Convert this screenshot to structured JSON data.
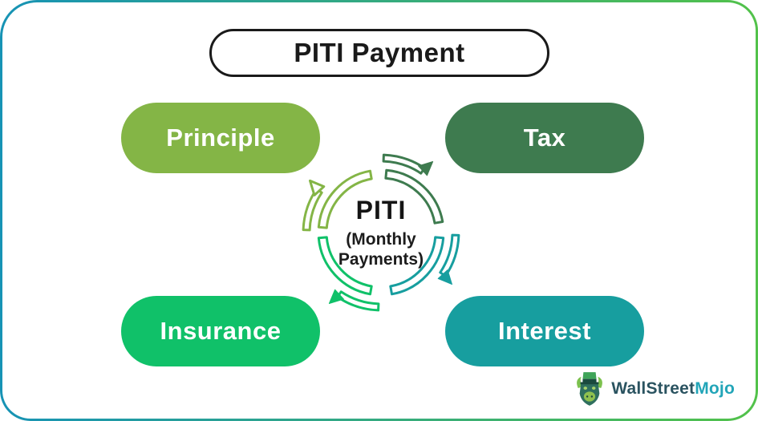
{
  "title": "PITI Payment",
  "center": {
    "acronym": "PITI",
    "subtitle": "(Monthly Payments)"
  },
  "nodes": [
    {
      "id": "principle",
      "label": "Principle",
      "color": "#84B546"
    },
    {
      "id": "tax",
      "label": "Tax",
      "color": "#3E7B4F"
    },
    {
      "id": "insurance",
      "label": "Insurance",
      "color": "#10C169"
    },
    {
      "id": "interest",
      "label": "Interest",
      "color": "#179E9F"
    }
  ],
  "colors": {
    "border_gradient_start": "#1793B5",
    "border_gradient_end": "#52C24A",
    "ink": "#1A1A1A"
  },
  "logo": {
    "brand_primary": "WallStreet",
    "brand_secondary": "Mojo",
    "primary_color": "#2A5360",
    "secondary_color": "#22A5B8"
  }
}
